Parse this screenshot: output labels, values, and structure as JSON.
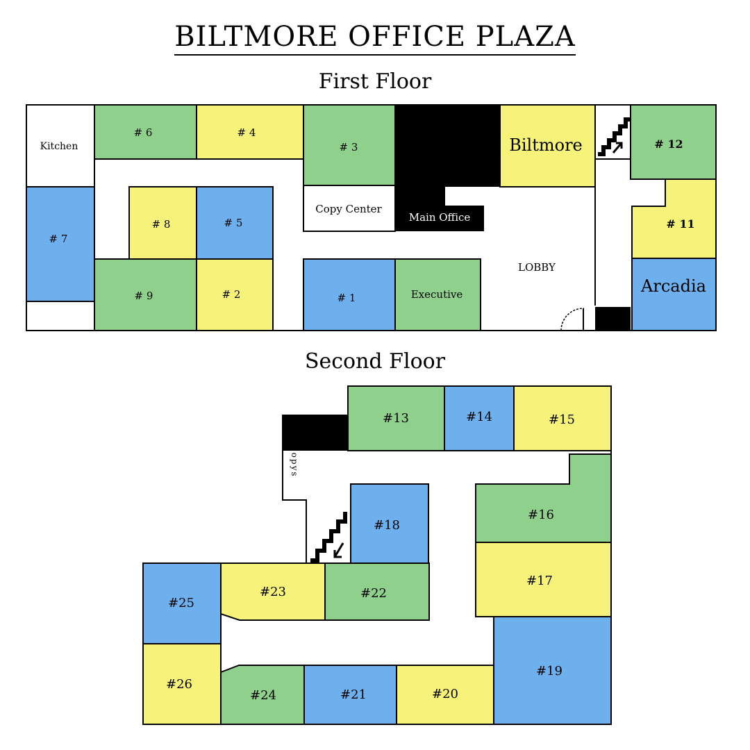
{
  "title": "BILTMORE OFFICE PLAZA",
  "colors": {
    "green": "#8fd18c",
    "yellow": "#f7f37a",
    "blue": "#6eb0ee",
    "black": "#000000",
    "white": "#ffffff"
  },
  "first_floor": {
    "heading": "First Floor",
    "labels": {
      "kitchen": "Kitchen",
      "r6": "# 6",
      "r4": "# 4",
      "r3": "# 3",
      "biltmore": "Biltmore",
      "r12": "# 12",
      "r7": "# 7",
      "r8": "# 8",
      "r5": "# 5",
      "copy_center": "Copy Center",
      "main_office": "Main Office",
      "r11": "# 11",
      "r9": "# 9",
      "r2": "# 2",
      "r1": "# 1",
      "executive": "Executive",
      "lobby": "LOBBY",
      "arcadia": "Arcadia"
    }
  },
  "second_floor": {
    "heading": "Second Floor",
    "labels": {
      "r13": "#13",
      "r14": "#14",
      "r15": "#15",
      "copys": "Copys",
      "r16": "#16",
      "r18": "#18",
      "r17": "#17",
      "r25": "#25",
      "r23": "#23",
      "r22": "#22",
      "r19": "#19",
      "r26": "#26",
      "r24": "#24",
      "r21": "#21",
      "r20": "#20"
    }
  }
}
